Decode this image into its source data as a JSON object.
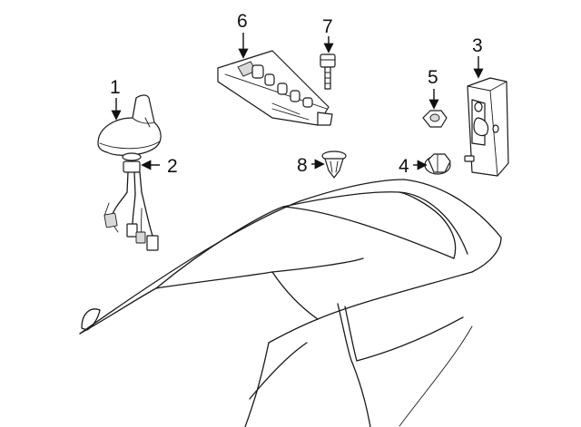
{
  "diagram": {
    "callouts": [
      {
        "id": "1",
        "label": "1"
      },
      {
        "id": "2",
        "label": "2"
      },
      {
        "id": "3",
        "label": "3"
      },
      {
        "id": "4",
        "label": "4"
      },
      {
        "id": "5",
        "label": "5"
      },
      {
        "id": "6",
        "label": "6"
      },
      {
        "id": "7",
        "label": "7"
      },
      {
        "id": "8",
        "label": "8"
      }
    ],
    "colors": {
      "line": "#1a1a1a",
      "shade": "#d9d9d9",
      "background": "#ffffff"
    }
  }
}
